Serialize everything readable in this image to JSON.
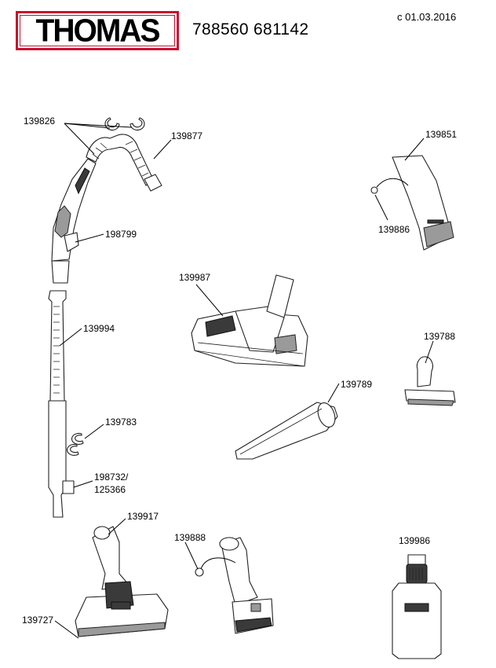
{
  "header": {
    "brand_logo": "THOMAS",
    "model_numbers": "788560 681142",
    "date": "c 01.03.2016"
  },
  "parts": {
    "p139826": "139826",
    "p139877": "139877",
    "p198799": "198799",
    "p139994": "139994",
    "p139783": "139783",
    "p198732": "198732/",
    "p125366": "125366",
    "p139851": "139851",
    "p139886": "139886",
    "p139987": "139987",
    "p139788": "139788",
    "p139789": "139789",
    "p139917": "139917",
    "p139727": "139727",
    "p139888": "139888",
    "p139986": "139986"
  },
  "colors": {
    "logo_border": "#c8102e",
    "line": "#222222"
  }
}
